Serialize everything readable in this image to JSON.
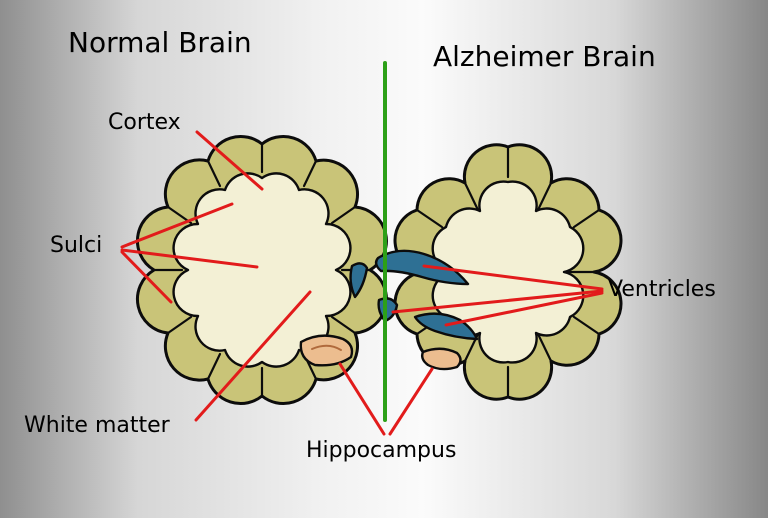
{
  "diagram": {
    "left_title": "Normal Brain",
    "right_title": "Alzheimer Brain",
    "labels": {
      "cortex": "Cortex",
      "sulci": "Sulci",
      "ventricles": "Ventricles",
      "white_matter": "White matter",
      "hippocampus": "Hippocampus"
    },
    "colors": {
      "cortex_fill": "#c9c478",
      "white_matter_fill": "#f3f0d5",
      "ventricle_fill": "#2e7094",
      "hippocampus_fill": "#ecbd8f",
      "hippocampus_inner": "#b06a3c",
      "outline": "#0c0c0c",
      "midline_green": "#2da018",
      "pointer_red": "#e21b1b"
    }
  }
}
